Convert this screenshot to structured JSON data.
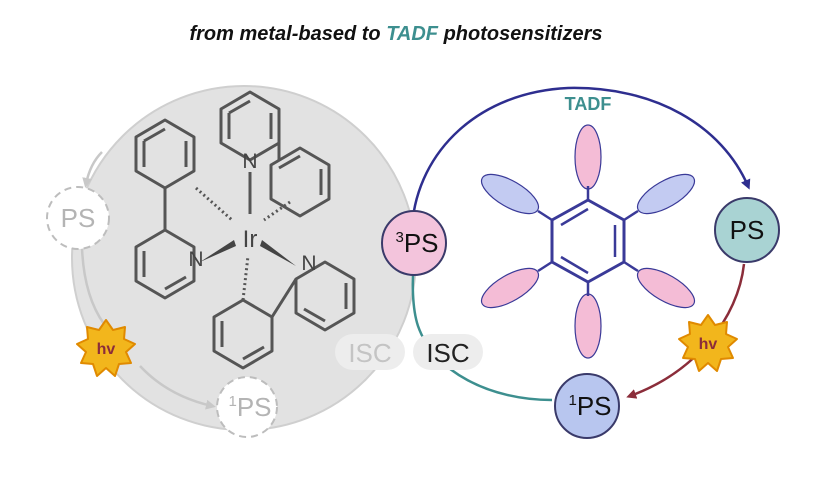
{
  "title": {
    "prefix": "from metal-based to ",
    "highlight": "TADF",
    "suffix": " photosensitizers"
  },
  "labels": {
    "tadf": "TADF",
    "hv_left": "hv",
    "hv_right": "hv",
    "isc_faded": "ISC",
    "isc": "ISC",
    "ps_faded": "PS",
    "singlet_faded_sup": "1",
    "singlet_faded": "PS",
    "triplet_sup": "3",
    "triplet": "PS",
    "ps": "PS",
    "singlet_sup": "1",
    "singlet": "PS",
    "ir_atom": "Ir",
    "n_top": "N",
    "n_left": "N",
    "n_right": "N"
  },
  "colors": {
    "title_highlight": "#3d8f8f",
    "arrow_navy": "#2e2e8f",
    "arrow_teal": "#3d8f8f",
    "arrow_maroon": "#8b2d3a",
    "triplet_fill": "#f3c4dc",
    "ps_fill": "#a9d3d3",
    "singlet_fill": "#b8c6ef",
    "sun_fill": "#f2b61c",
    "lobe_pink": "#f4bcd6",
    "lobe_blue": "#c3cbf2",
    "hex_stroke": "#3a3a98",
    "faded_circle": "#e2e2e2"
  }
}
